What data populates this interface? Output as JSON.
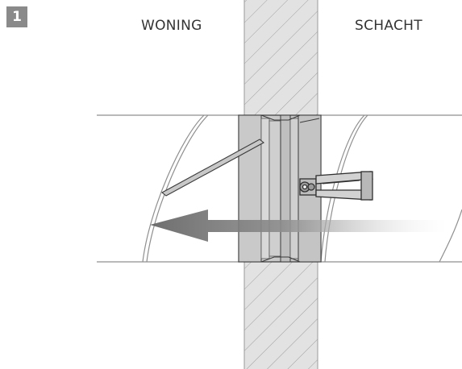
{
  "step": {
    "number": "1"
  },
  "labels": {
    "left": "WONING",
    "right": "SCHACHT"
  },
  "colors": {
    "badge": "#8a8a8a",
    "wall_fill": "#e2e2e2",
    "wall_hatch": "#9a9a9a",
    "duct_line": "#8f8f8f",
    "valve_body": "#bdbdbd",
    "valve_outline": "#3a3a3a",
    "arrow": "#6e6e6e"
  },
  "icons": {
    "airflow": "arrow-left-gradient",
    "wall": "hatched-wall",
    "valve": "wall-valve"
  }
}
